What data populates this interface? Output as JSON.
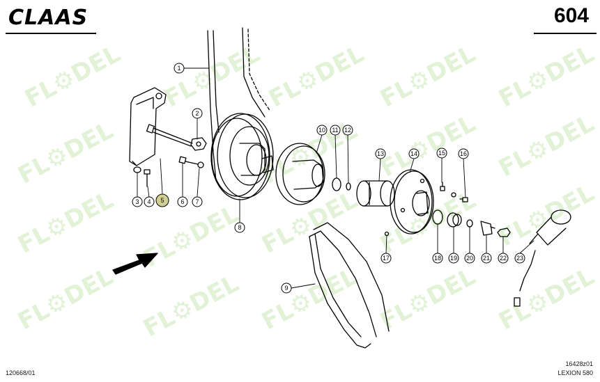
{
  "header": {
    "brand": "CLAAS",
    "page_number": "604"
  },
  "footer": {
    "doc_id": "120668/01",
    "drawing_id": "16428z01",
    "model": "LEXION 580"
  },
  "watermark": {
    "text": "FL⚙DEL",
    "color": "#a8d882"
  },
  "callouts": [
    {
      "label": "1"
    },
    {
      "label": "2"
    },
    {
      "label": "3"
    },
    {
      "label": "4"
    },
    {
      "label": "5"
    },
    {
      "label": "6"
    },
    {
      "label": "7"
    },
    {
      "label": "8"
    },
    {
      "label": "9"
    },
    {
      "label": "10"
    },
    {
      "label": "11"
    },
    {
      "label": "12"
    },
    {
      "label": "13"
    },
    {
      "label": "14"
    },
    {
      "label": "15"
    },
    {
      "label": "16"
    },
    {
      "label": "17"
    },
    {
      "label": "18"
    },
    {
      "label": "19"
    },
    {
      "label": "20"
    },
    {
      "label": "21"
    },
    {
      "label": "22"
    },
    {
      "label": "23"
    }
  ],
  "highlight": {
    "label": "5",
    "color": "#b5ad4a"
  }
}
